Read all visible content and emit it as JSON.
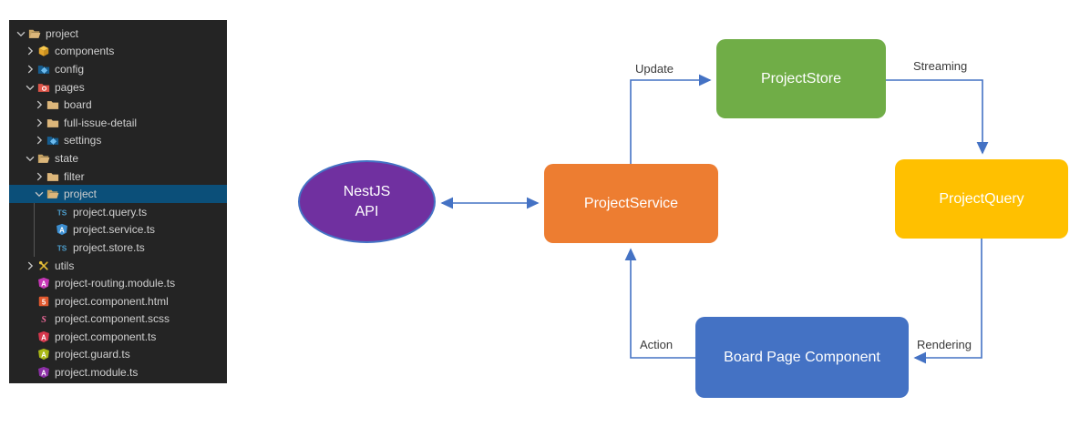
{
  "sidebar": {
    "background": "#242424",
    "selection_color": "#0b4f79",
    "items": [
      {
        "label": "project",
        "level": 0,
        "icon": "folder-open",
        "chevron": "down",
        "selected": false
      },
      {
        "label": "components",
        "level": 1,
        "icon": "components",
        "chevron": "right",
        "selected": false
      },
      {
        "label": "config",
        "level": 1,
        "icon": "folder-config",
        "chevron": "right",
        "selected": false
      },
      {
        "label": "pages",
        "level": 1,
        "icon": "folder-pages",
        "chevron": "down",
        "selected": false
      },
      {
        "label": "board",
        "level": 2,
        "icon": "folder",
        "chevron": "right",
        "selected": false
      },
      {
        "label": "full-issue-detail",
        "level": 2,
        "icon": "folder",
        "chevron": "right",
        "selected": false
      },
      {
        "label": "settings",
        "level": 2,
        "icon": "folder-config",
        "chevron": "right",
        "selected": false
      },
      {
        "label": "state",
        "level": 1,
        "icon": "folder-open",
        "chevron": "down",
        "selected": false
      },
      {
        "label": "filter",
        "level": 2,
        "icon": "folder",
        "chevron": "right",
        "selected": false
      },
      {
        "label": "project",
        "level": 2,
        "icon": "folder-open",
        "chevron": "down",
        "selected": true
      },
      {
        "label": "project.query.ts",
        "level": 3,
        "icon": "ts",
        "chevron": "none",
        "selected": false,
        "guide": true
      },
      {
        "label": "project.service.ts",
        "level": 3,
        "icon": "ng-service",
        "chevron": "none",
        "selected": false,
        "guide": true
      },
      {
        "label": "project.store.ts",
        "level": 3,
        "icon": "ts",
        "chevron": "none",
        "selected": false,
        "guide": true
      },
      {
        "label": "utils",
        "level": 1,
        "icon": "utils",
        "chevron": "right",
        "selected": false
      },
      {
        "label": "project-routing.module.ts",
        "level": 1,
        "icon": "ng-routing",
        "chevron": "none",
        "selected": false
      },
      {
        "label": "project.component.html",
        "level": 1,
        "icon": "html",
        "chevron": "none",
        "selected": false
      },
      {
        "label": "project.component.scss",
        "level": 1,
        "icon": "scss",
        "chevron": "none",
        "selected": false
      },
      {
        "label": "project.component.ts",
        "level": 1,
        "icon": "ng-component",
        "chevron": "none",
        "selected": false
      },
      {
        "label": "project.guard.ts",
        "level": 1,
        "icon": "ng-guard",
        "chevron": "none",
        "selected": false
      },
      {
        "label": "project.module.ts",
        "level": 1,
        "icon": "ng-module",
        "chevron": "none",
        "selected": false
      }
    ]
  },
  "diagram": {
    "arrow_color": "#4472C4",
    "nodes": [
      {
        "id": "nestjs-api",
        "label": "NestJS API",
        "shape": "ellipse",
        "color": "#7030A0"
      },
      {
        "id": "project-service",
        "label": "ProjectService",
        "shape": "rounded-rect",
        "color": "#ED7D31"
      },
      {
        "id": "project-store",
        "label": "ProjectStore",
        "shape": "rounded-rect",
        "color": "#70AD47"
      },
      {
        "id": "project-query",
        "label": "ProjectQuery",
        "shape": "rounded-rect",
        "color": "#FFC000"
      },
      {
        "id": "board-page-component",
        "label": "Board Page Component",
        "shape": "rounded-rect",
        "color": "#4472C4"
      }
    ],
    "edges": [
      {
        "from": "nestjs-api",
        "to": "project-service",
        "label": "",
        "direction": "both"
      },
      {
        "from": "project-service",
        "to": "project-store",
        "label": "Update",
        "direction": "one-way"
      },
      {
        "from": "project-store",
        "to": "project-query",
        "label": "Streaming",
        "direction": "one-way"
      },
      {
        "from": "project-query",
        "to": "board-page-component",
        "label": "Rendering",
        "direction": "one-way"
      },
      {
        "from": "board-page-component",
        "to": "project-service",
        "label": "Action",
        "direction": "one-way"
      }
    ]
  }
}
